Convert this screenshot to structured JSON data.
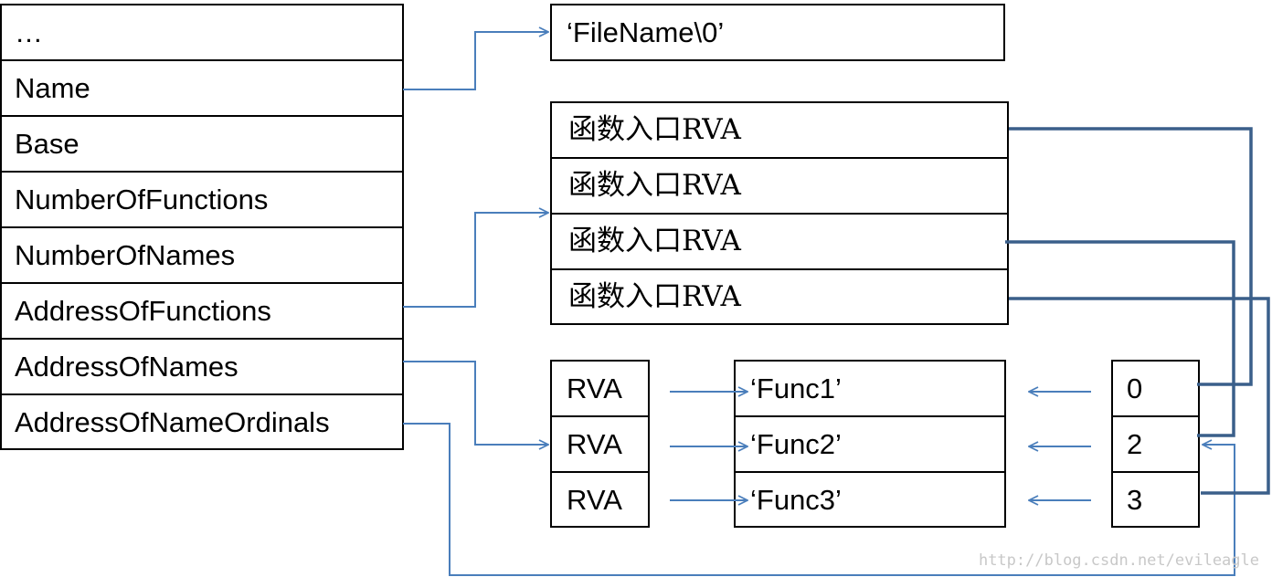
{
  "export_directory": {
    "fields": [
      "…",
      "Name",
      "Base",
      "NumberOfFunctions",
      "NumberOfNames",
      "AddressOfFunctions",
      "AddressOfNames",
      "AddressOfNameOrdinals"
    ]
  },
  "file_name": "‘FileName\\0’",
  "function_rvas": [
    "函数入口RVA",
    "函数入口RVA",
    "函数入口RVA",
    "函数入口RVA"
  ],
  "name_rvas": [
    "RVA",
    "RVA",
    "RVA"
  ],
  "func_names": [
    "‘Func1’",
    "‘Func2’",
    "‘Func3’"
  ],
  "ordinals": [
    "0",
    "2",
    "3"
  ],
  "watermark": "http://blog.csdn.net/evileagle",
  "colors": {
    "thin_arrow": "#4a7ebb",
    "thick_link": "#3a5f8a",
    "border": "#000000"
  }
}
